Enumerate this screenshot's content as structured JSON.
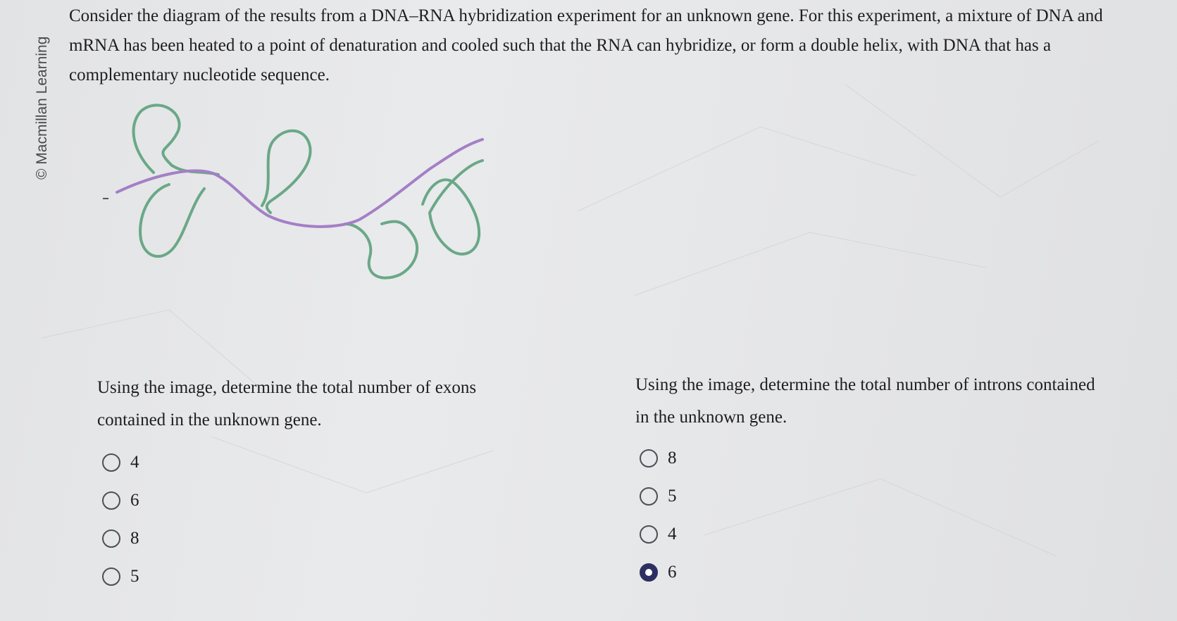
{
  "credit": "© Macmillan Learning",
  "prompt": "Consider the diagram of the results from a DNA–RNA hybridization experiment for an unknown gene. For this experiment, a mixture of DNA and mRNA has been heated to a point of denaturation and cooled such that the RNA can hybridize, or form a double helix, with DNA that has a complementary nucleotide sequence.",
  "colors": {
    "dna_strand": "#6aa887",
    "mrna_strand": "#a47fc6",
    "selected_radio": "#2d2f63"
  },
  "questions": [
    {
      "text": "Using the image, determine the total number of exons contained in the unknown gene.",
      "options": [
        {
          "label": "4",
          "selected": false
        },
        {
          "label": "6",
          "selected": false
        },
        {
          "label": "8",
          "selected": false
        },
        {
          "label": "5",
          "selected": false
        }
      ]
    },
    {
      "text": "Using the image, determine the total number of introns contained in the unknown gene.",
      "options": [
        {
          "label": "8",
          "selected": false
        },
        {
          "label": "5",
          "selected": false
        },
        {
          "label": "4",
          "selected": false
        },
        {
          "label": "6",
          "selected": true
        }
      ]
    }
  ]
}
